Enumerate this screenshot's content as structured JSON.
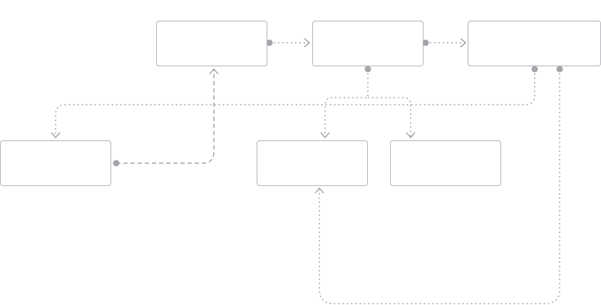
{
  "diagram": {
    "nodes": [
      {
        "id": "n-top-left",
        "label": ""
      },
      {
        "id": "n-top-middle",
        "label": ""
      },
      {
        "id": "n-top-right",
        "label": ""
      },
      {
        "id": "n-bottom-left",
        "label": ""
      },
      {
        "id": "n-bottom-middle",
        "label": ""
      },
      {
        "id": "n-bottom-right",
        "label": ""
      }
    ],
    "edges": [
      {
        "from": "n-top-left",
        "to": "n-top-middle",
        "style": "dotted"
      },
      {
        "from": "n-top-middle",
        "to": "n-top-right",
        "style": "dotted"
      },
      {
        "from": "n-top-middle",
        "to": "n-bottom-middle",
        "style": "dotted"
      },
      {
        "from": "n-top-middle",
        "to": "n-bottom-right",
        "style": "dotted"
      },
      {
        "from": "n-top-right",
        "to": "n-bottom-left",
        "style": "dotted"
      },
      {
        "from": "n-top-right",
        "to": "n-bottom-middle",
        "style": "dotted"
      },
      {
        "from": "n-bottom-left",
        "to": "n-top-left",
        "style": "dashed"
      }
    ],
    "colors": {
      "node_border": "#b2b2b8",
      "edge": "#a4a4aa",
      "endpoint_dot": "#a4a4aa",
      "background": "#ffffff"
    }
  }
}
